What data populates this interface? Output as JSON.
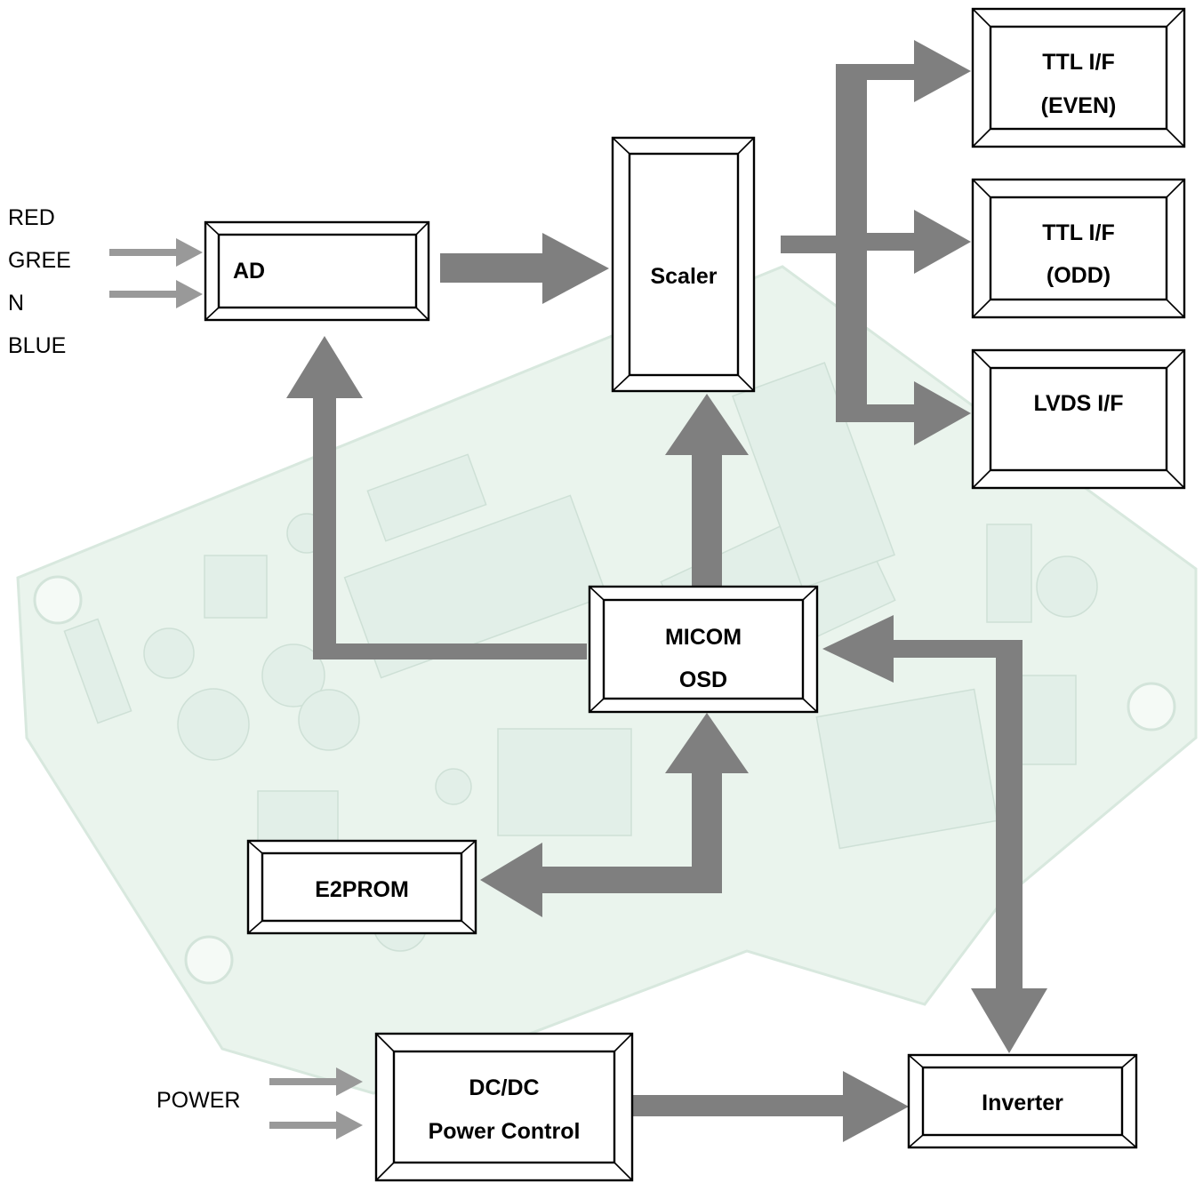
{
  "inputs": {
    "rgb": [
      "RED",
      "GREE",
      "N",
      "BLUE"
    ],
    "power": "POWER"
  },
  "blocks": {
    "ad": "AD",
    "scaler": "Scaler",
    "ttl_even": [
      "TTL I/F",
      "(EVEN)"
    ],
    "ttl_odd": [
      "TTL I/F",
      "(ODD)"
    ],
    "lvds": "LVDS I/F",
    "micom": [
      "MICOM",
      "OSD"
    ],
    "e2prom": "E2PROM",
    "dcdc": [
      "DC/DC",
      "Power Control"
    ],
    "inverter": "Inverter"
  },
  "colors": {
    "arrow": "#7f7f7f",
    "input_arrow": "#999999",
    "pcb_board": "#e8f3ec",
    "box_border": "#000000"
  }
}
